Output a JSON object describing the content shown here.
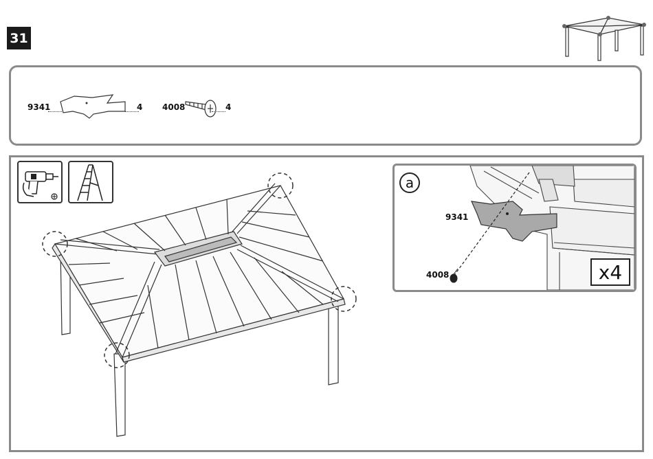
{
  "step": {
    "number": "31"
  },
  "parts": [
    {
      "id": "9341",
      "qty": "4"
    },
    {
      "id": "4008",
      "qty": "4"
    }
  ],
  "tools": [
    {
      "icon": "drill-icon"
    },
    {
      "icon": "ladder-icon"
    }
  ],
  "detail": {
    "letter": "a",
    "part_top": "9341",
    "part_bottom": "4008",
    "multiplier": "x4"
  },
  "colors": {
    "frame_gray": "#8a8a8a",
    "bracket_gray": "#a9a9a9",
    "ink": "#222222"
  }
}
